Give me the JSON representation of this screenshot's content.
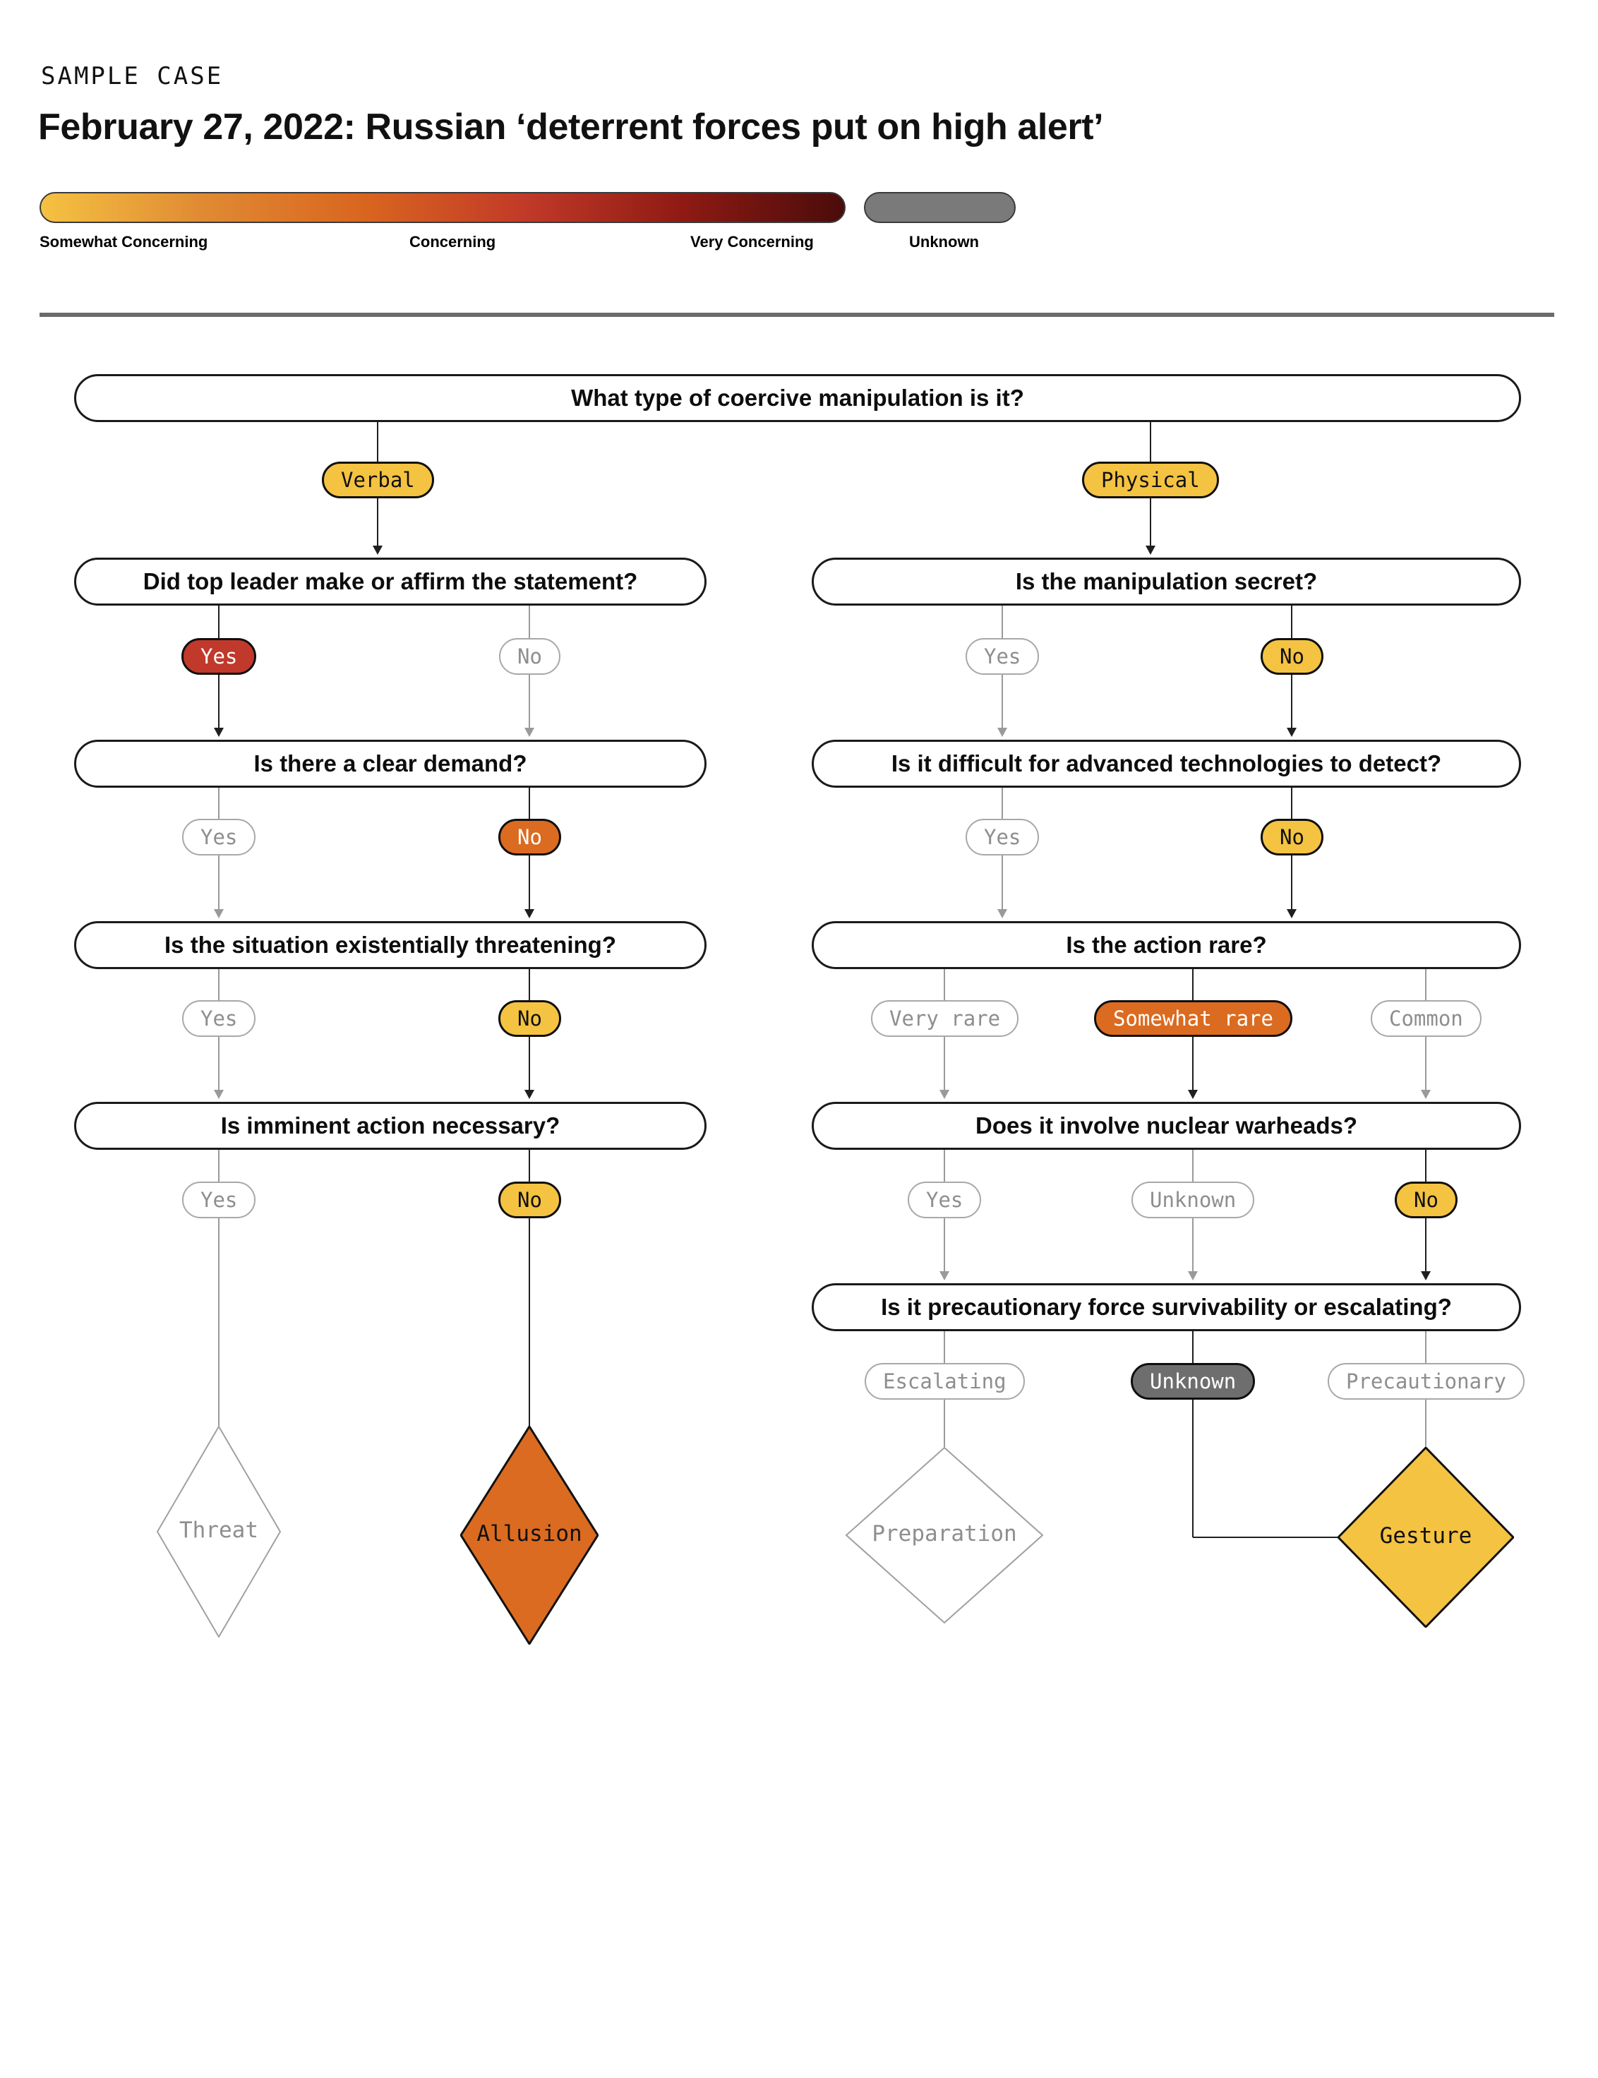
{
  "header": {
    "eyebrow": "SAMPLE CASE",
    "headline": "February 27, 2022: Russian ‘deterrent forces put on high alert’"
  },
  "legend": {
    "gradient_stops": [
      "#F5C242",
      "#E08A33",
      "#D9661F",
      "#C23A28",
      "#8E1A14",
      "#4A0C0A"
    ],
    "unknown_color": "#7A7A7A",
    "labels": [
      "Somewhat Concerning",
      "Concerning",
      "Very Concerning",
      "Unknown"
    ]
  },
  "colors": {
    "gold": "#F5C342",
    "orange": "#DB6B20",
    "red": "#C0392B",
    "gray": "#6E6E6E",
    "inactive_border": "#A8A8A8",
    "inactive_text": "#8E8E8E"
  },
  "flow": {
    "root_question": "What type of coercive manipulation is it?",
    "root_options": [
      {
        "label": "Verbal",
        "state": "gold"
      },
      {
        "label": "Physical",
        "state": "gold"
      }
    ],
    "left_branch": {
      "steps": [
        {
          "question": "Did top leader make or affirm the statement?",
          "options": [
            {
              "label": "Yes",
              "state": "red"
            },
            {
              "label": "No",
              "state": "inactive"
            }
          ]
        },
        {
          "question": "Is there a clear demand?",
          "options": [
            {
              "label": "Yes",
              "state": "inactive"
            },
            {
              "label": "No",
              "state": "orange"
            }
          ]
        },
        {
          "question": "Is the situation existentially threatening?",
          "options": [
            {
              "label": "Yes",
              "state": "inactive"
            },
            {
              "label": "No",
              "state": "gold"
            }
          ]
        },
        {
          "question": "Is imminent action necessary?",
          "options": [
            {
              "label": "Yes",
              "state": "inactive"
            },
            {
              "label": "No",
              "state": "gold"
            }
          ]
        }
      ],
      "outcomes": [
        {
          "label": "Threat",
          "state": "inactive"
        },
        {
          "label": "Allusion",
          "state": "orange"
        }
      ]
    },
    "right_branch": {
      "steps": [
        {
          "question": "Is the manipulation secret?",
          "options": [
            {
              "label": "Yes",
              "state": "inactive"
            },
            {
              "label": "No",
              "state": "gold"
            }
          ]
        },
        {
          "question": "Is it difficult for advanced technologies to detect?",
          "options": [
            {
              "label": "Yes",
              "state": "inactive"
            },
            {
              "label": "No",
              "state": "gold"
            }
          ]
        },
        {
          "question": "Is the action rare?",
          "options": [
            {
              "label": "Very rare",
              "state": "inactive"
            },
            {
              "label": "Somewhat rare",
              "state": "orange"
            },
            {
              "label": "Common",
              "state": "inactive"
            }
          ]
        },
        {
          "question": "Does it involve nuclear warheads?",
          "options": [
            {
              "label": "Yes",
              "state": "inactive"
            },
            {
              "label": "Unknown",
              "state": "inactive"
            },
            {
              "label": "No",
              "state": "gold"
            }
          ]
        },
        {
          "question": "Is it precautionary force survivability or escalating?",
          "options": [
            {
              "label": "Escalating",
              "state": "inactive"
            },
            {
              "label": "Unknown",
              "state": "gray"
            },
            {
              "label": "Precautionary",
              "state": "inactive"
            }
          ]
        }
      ],
      "outcomes": [
        {
          "label": "Preparation",
          "state": "inactive"
        },
        {
          "label": "Gesture",
          "state": "gold"
        }
      ]
    }
  }
}
